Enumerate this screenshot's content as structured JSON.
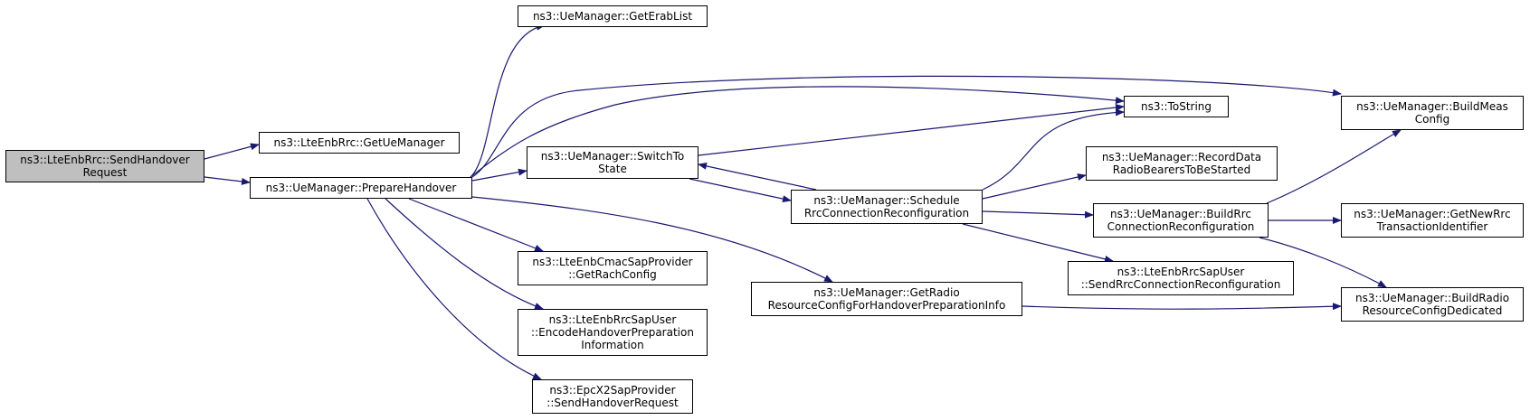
{
  "diagram": {
    "colors": {
      "edge": "#191970",
      "node_border": "#000000",
      "root_fill": "#bfbfbf",
      "node_fill": "#ffffff"
    },
    "nodes": {
      "send_handover_request": {
        "lines": [
          "ns3::LteEnbRrc::SendHandover",
          "Request"
        ],
        "root": true
      },
      "get_ue_manager": {
        "lines": [
          "ns3::LteEnbRrc::GetUeManager"
        ]
      },
      "prepare_handover": {
        "lines": [
          "ns3::UeManager::PrepareHandover"
        ]
      },
      "get_erab_list": {
        "lines": [
          "ns3::UeManager::GetErabList"
        ]
      },
      "switch_to_state": {
        "lines": [
          "ns3::UeManager::SwitchTo",
          "State"
        ]
      },
      "get_rach_config": {
        "lines": [
          "ns3::LteEnbCmacSapProvider",
          "::GetRachConfig"
        ]
      },
      "encode_handover_prep": {
        "lines": [
          "ns3::LteEnbRrcSapUser",
          "::EncodeHandoverPreparation",
          "Information"
        ]
      },
      "x2_send_handover_request": {
        "lines": [
          "ns3::EpcX2SapProvider",
          "::SendHandoverRequest"
        ]
      },
      "get_radio_resource_config_hpi": {
        "lines": [
          "ns3::UeManager::GetRadio",
          "ResourceConfigForHandoverPreparationInfo"
        ]
      },
      "schedule_rrc_reconf": {
        "lines": [
          "ns3::UeManager::Schedule",
          "RrcConnectionReconfiguration"
        ]
      },
      "to_string": {
        "lines": [
          "ns3::ToString"
        ]
      },
      "record_data_radio_bearers": {
        "lines": [
          "ns3::UeManager::RecordData",
          "RadioBearersToBeStarted"
        ]
      },
      "build_rrc_reconf": {
        "lines": [
          "ns3::UeManager::BuildRrc",
          "ConnectionReconfiguration"
        ]
      },
      "send_rrc_reconf": {
        "lines": [
          "ns3::LteEnbRrcSapUser",
          "::SendRrcConnectionReconfiguration"
        ]
      },
      "build_meas_config": {
        "lines": [
          "ns3::UeManager::BuildMeas",
          "Config"
        ]
      },
      "get_new_rrc_transaction_id": {
        "lines": [
          "ns3::UeManager::GetNewRrc",
          "TransactionIdentifier"
        ]
      },
      "build_radio_resource_config_dedicated": {
        "lines": [
          "ns3::UeManager::BuildRadio",
          "ResourceConfigDedicated"
        ]
      }
    }
  }
}
